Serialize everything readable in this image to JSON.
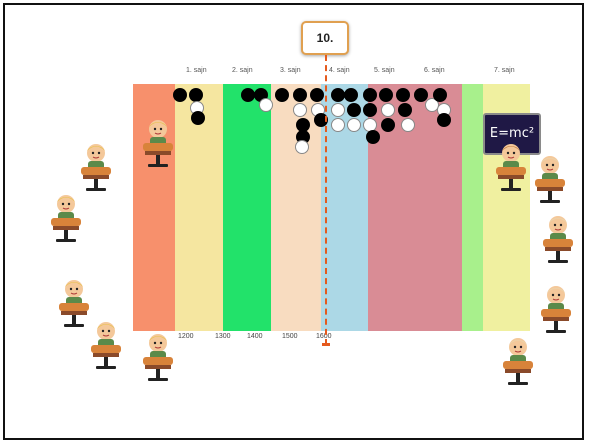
{
  "step_counter": "10.",
  "formula_sign": "E=mc²",
  "columns": [
    {
      "label": "1. sajn",
      "color": "#f5e6a0"
    },
    {
      "label": "2. sajn",
      "color": "#22e26a"
    },
    {
      "label": "3. sajn",
      "color": "#f8dcc0"
    },
    {
      "label": "4. sajn",
      "color": "#acd8e6"
    },
    {
      "label": "5. sajn",
      "color": "#d98c95"
    },
    {
      "label": "6. sajn",
      "color": "#a8f08c"
    },
    {
      "label": "7. sajn",
      "color": "#f0f0a0"
    }
  ],
  "axis_ticks": [
    "1200",
    "1300",
    "1400",
    "1500",
    "1600"
  ],
  "band_colors": [
    "#f7906c",
    "#f5e6a0",
    "#f5e6a0",
    "#22e26a",
    "#f8dcc0",
    "#f8dcc0",
    "#acd8e6",
    "#d98c95",
    "#d98c95",
    "#a8f08c",
    "#f0f0a0",
    "#f0f0a0"
  ]
}
